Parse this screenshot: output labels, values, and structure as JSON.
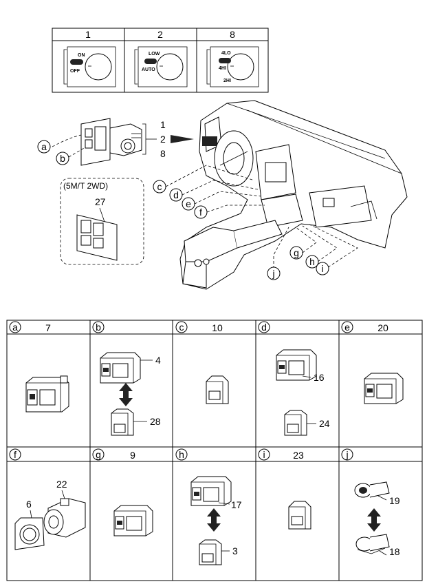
{
  "top_table": {
    "headers": [
      "1",
      "2",
      "8"
    ],
    "switch1": [
      "ON",
      "OFF"
    ],
    "switch2": [
      "LOW",
      "AUTO"
    ],
    "switch8": [
      "4LO",
      "4HI",
      "2HI"
    ]
  },
  "assembly": {
    "callouts_left": [
      "a",
      "b"
    ],
    "callouts_right": [
      "1",
      "2",
      "8"
    ],
    "option_box_title": "(5M/T 2WD)",
    "option_box_part": "27",
    "dash_callouts": [
      "c",
      "d",
      "e",
      "f",
      "g",
      "h",
      "i",
      "j"
    ]
  },
  "grid": {
    "row1": [
      {
        "letter": "a",
        "number": "7",
        "parts": []
      },
      {
        "letter": "b",
        "number": "",
        "parts": [
          "4",
          "28"
        ]
      },
      {
        "letter": "c",
        "number": "10",
        "parts": []
      },
      {
        "letter": "d",
        "number": "",
        "parts": [
          "16",
          "24"
        ]
      },
      {
        "letter": "e",
        "number": "20",
        "parts": []
      }
    ],
    "row2": [
      {
        "letter": "f",
        "number": "",
        "parts": [
          "22",
          "6"
        ]
      },
      {
        "letter": "g",
        "number": "9",
        "parts": []
      },
      {
        "letter": "h",
        "number": "",
        "parts": [
          "17",
          "3"
        ]
      },
      {
        "letter": "i",
        "number": "23",
        "parts": []
      },
      {
        "letter": "j",
        "number": "",
        "parts": [
          "19",
          "18"
        ]
      }
    ]
  }
}
